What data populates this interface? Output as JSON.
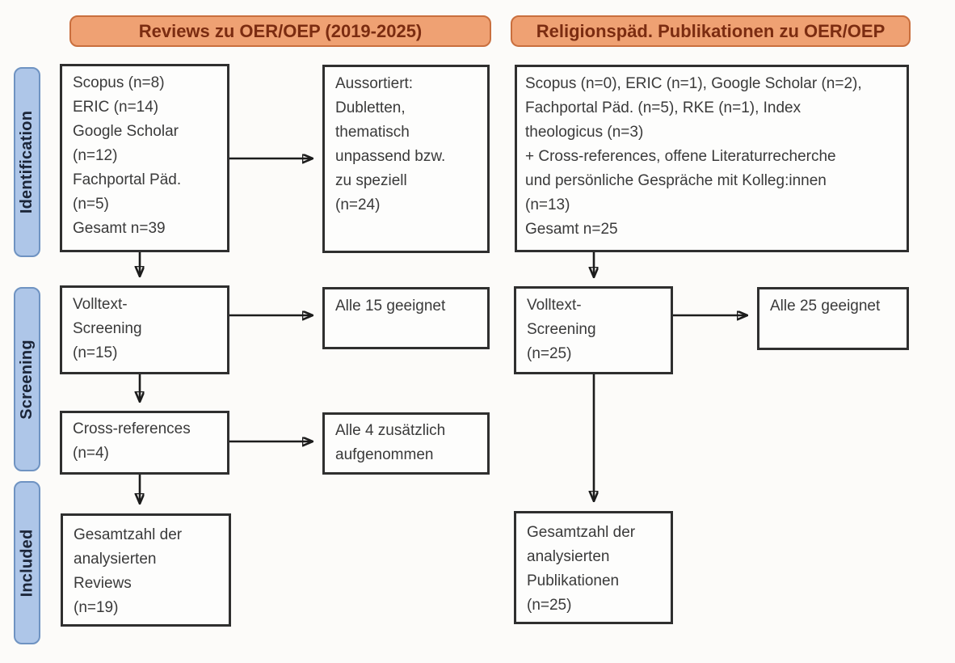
{
  "headers": {
    "left": "Reviews zu OER/OEP (2019-2025)",
    "right": "Religionspäd. Publikationen zu OER/OEP"
  },
  "stages": {
    "identification": "Identification",
    "screening": "Screening",
    "included": "Included"
  },
  "left": {
    "id_box": {
      "lines": [
        "Scopus (n=8)",
        "ERIC (n=14)",
        "Google Scholar",
        "(n=12)",
        "Fachportal Päd.",
        "(n=5)",
        "Gesamt n=39"
      ]
    },
    "excluded_box": {
      "lines": [
        "Aussortiert:",
        "Dubletten,",
        "thematisch",
        "unpassend bzw.",
        "zu speziell",
        "(n=24)"
      ]
    },
    "fulltext_box": {
      "lines": [
        "Volltext-",
        "Screening",
        "(n=15)"
      ]
    },
    "fulltext_result_box": {
      "lines": [
        "Alle 15 geeignet"
      ]
    },
    "crossref_box": {
      "lines": [
        "Cross-references",
        "(n=4)"
      ]
    },
    "crossref_result_box": {
      "lines": [
        "Alle 4 zusätzlich",
        "aufgenommen"
      ]
    },
    "included_box": {
      "lines": [
        "Gesamtzahl der",
        "analysierten",
        "Reviews",
        "(n=19)"
      ]
    }
  },
  "right": {
    "id_box": {
      "lines": [
        "Scopus (n=0), ERIC (n=1), Google Scholar (n=2),",
        "Fachportal Päd. (n=5), RKE (n=1), Index",
        "theologicus (n=3)",
        "+ Cross-references, offene Literaturrecherche",
        "und persönliche Gespräche mit Kolleg:innen",
        "(n=13)",
        "Gesamt n=25"
      ]
    },
    "fulltext_box": {
      "lines": [
        "Volltext-",
        "Screening",
        "(n=25)"
      ]
    },
    "fulltext_result_box": {
      "lines": [
        "Alle 25 geeignet"
      ]
    },
    "included_box": {
      "lines": [
        "Gesamtzahl der",
        "analysierten",
        "Publikationen",
        "(n=25)"
      ]
    }
  },
  "colors": {
    "header_fill": "#efa173",
    "header_border": "#c96f3e",
    "header_text": "#7b2c11",
    "stage_fill": "#aec6e8",
    "stage_border": "#6f93c2",
    "stage_text": "#1b2538",
    "box_border": "#2f2f2f",
    "box_text": "#3a3a3a",
    "arrow": "#1c1c1c",
    "background": "#fcfbf9"
  }
}
